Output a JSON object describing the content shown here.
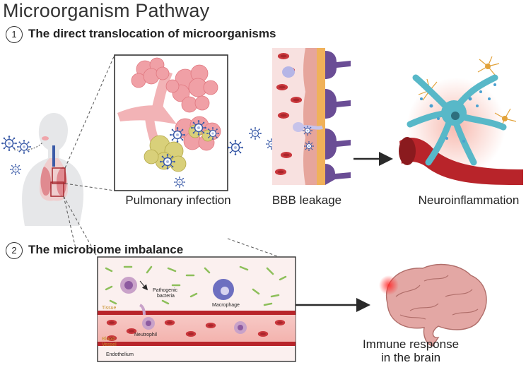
{
  "title": "Microorganism Pathway",
  "section1": {
    "number": "1",
    "label": "The direct translocation of microorganisms"
  },
  "section2": {
    "number": "2",
    "label": "The microbiome imbalance"
  },
  "panels": {
    "lung": "Pulmonary infection",
    "bbb": "BBB leakage",
    "neuro": "Neuroinflammation",
    "brain_line1": "Immune response",
    "brain_line2": "in the brain"
  },
  "gut_labels": {
    "pathogenic1": "Pathogenic",
    "pathogenic2": "bacteria",
    "macrophage": "Macrophage",
    "tissue": "Tissue",
    "neutrophil": "Neutrophil",
    "blood1": "Blood",
    "blood2": "Vessel",
    "endothelium": "Endothelium"
  },
  "colors": {
    "virus": "#3b5ba8",
    "alveoli": "#e89aa0",
    "vessel": "#b8242a",
    "tissue_label": "#c8922e",
    "arrow": "#2a2a2a",
    "microglia": "#58b8c8"
  }
}
